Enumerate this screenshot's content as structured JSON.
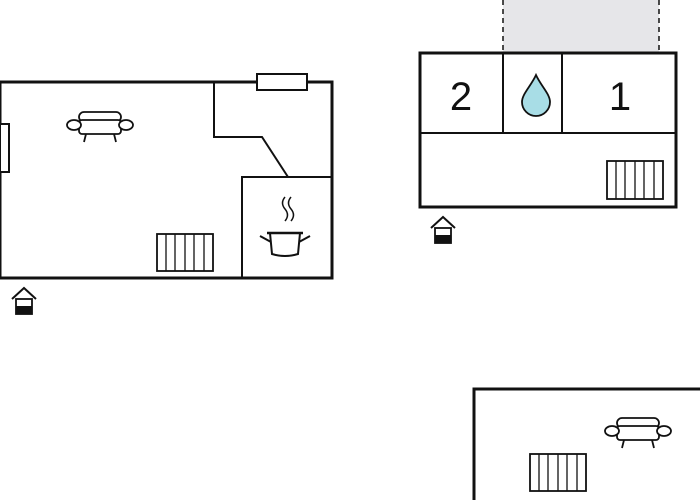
{
  "floorplan": {
    "rooms": [
      {
        "name": "bedroom-2",
        "label": "2"
      },
      {
        "name": "bedroom-1",
        "label": "1"
      }
    ],
    "icons": [
      "sofa-icon",
      "radiator-icon",
      "cooking-pot-icon",
      "window-icon",
      "water-drop-icon",
      "entrance-icon",
      "balcony-dashed-area"
    ],
    "colors": {
      "wall": "#111111",
      "balcony_fill": "#e6e6e9",
      "water": "#a8dde6"
    }
  }
}
